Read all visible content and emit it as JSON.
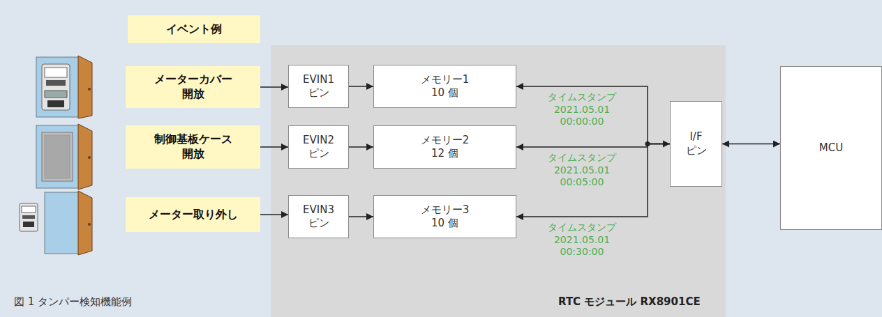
{
  "diagram": {
    "caption": "図 1 タンパー検知機能例",
    "nodes": [
      {
        "text": [
          "イベント例"
        ]
      },
      {
        "text": [
          "メーターカバー 開放"
        ]
      },
      {
        "text": [
          "制御基板ケース 開放"
        ]
      },
      {
        "text": [
          "メーター取り外し"
        ]
      },
      {
        "text": [
          "RTC モジュール RX8901CE"
        ]
      },
      {
        "text": [
          "EVIN1 ピン"
        ],
        "in": 4
      },
      {
        "text": [
          "メモリー1 10 個"
        ],
        "in": 4
      },
      {
        "text": [
          "EVIN2 ピン"
        ],
        "in": 4
      },
      {
        "text": [
          "メモリー2 12 個"
        ],
        "in": 4
      },
      {
        "text": [
          "EVIN3 ピン"
        ],
        "in": 4
      },
      {
        "text": [
          "メモリー3 10 個"
        ],
        "in": 4
      },
      {
        "text": [
          "I/F ピン"
        ],
        "in": 4
      },
      {
        "text": [
          "MCU"
        ]
      }
    ],
    "edges": [
      {
        "from": 1,
        "to": 5,
        "arrow": "to"
      },
      {
        "from": 5,
        "to": 6,
        "arrow": "to"
      },
      {
        "from": 2,
        "to": 7,
        "arrow": "to"
      },
      {
        "from": 7,
        "to": 8,
        "arrow": "to"
      },
      {
        "from": 3,
        "to": 9,
        "arrow": "to"
      },
      {
        "from": 9,
        "to": 10,
        "arrow": "to"
      },
      {
        "from": 11,
        "to": 6,
        "label": "タイムスタンプ 2021.05.01 00:00:00",
        "arrow": "to"
      },
      {
        "from": 11,
        "to": 8,
        "label": "タイムスタンプ 2021.05.01 00:05:00",
        "arrow": "to"
      },
      {
        "from": 11,
        "to": 10,
        "label": "タイムスタンプ 2021.05.01 00:30:00",
        "arrow": "to"
      },
      {
        "from": 11,
        "to": 12,
        "arrow": "both"
      }
    ]
  }
}
